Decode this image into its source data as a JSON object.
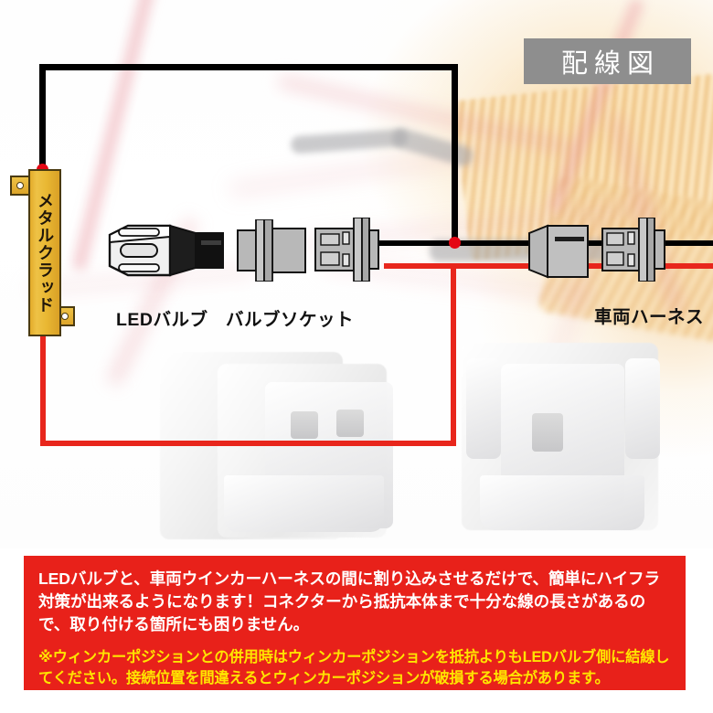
{
  "header": {
    "badge_title": "配線図"
  },
  "diagram": {
    "resistor": {
      "name": "メタルクラッド",
      "color": "#e9b833",
      "terminal_node_color": "#e40613"
    },
    "labels": [
      {
        "id": "led-bulb",
        "text": "LEDバルブ"
      },
      {
        "id": "bulb-socket",
        "text": "バルブソケット"
      },
      {
        "id": "vehicle-harness",
        "text": "車両ハーネス"
      }
    ],
    "wires": [
      {
        "id": "black-circuit",
        "color": "#000000",
        "role": "黒線"
      },
      {
        "id": "red-circuit",
        "color": "#e8261c",
        "role": "赤線"
      }
    ]
  },
  "banner": {
    "background": "#e8211a",
    "body_color": "#ffffff",
    "note_color": "#ffe400",
    "body": "LEDバルブと、車両ウインカーハーネスの間に割り込みさせるだけで、簡単にハイフラ対策が出来るようになります！コネクターから抵抗本体まで十分な線の長さがあるので、取り付ける箇所にも困りません。",
    "note": "※ウィンカーポジションとの併用時はウィンカーポジションを抵抗よりもLEDバルブ側に結線してください。接続位置を間違えるとウィンカーポジションが破損する場合があります。"
  }
}
